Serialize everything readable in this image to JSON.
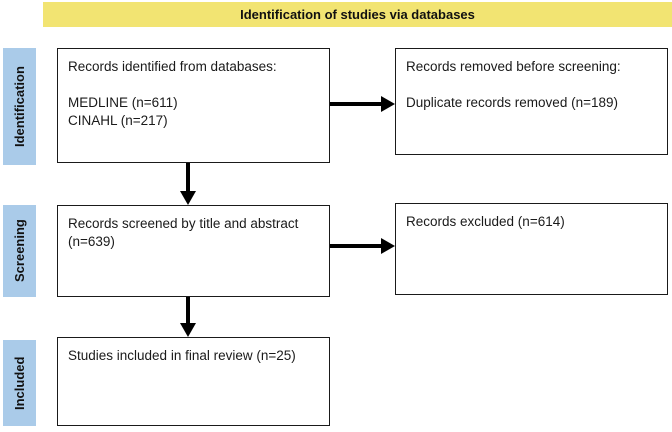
{
  "banner": {
    "label": "Identification of studies via databases"
  },
  "stages": [
    {
      "label": "Identification"
    },
    {
      "label": "Screening"
    },
    {
      "label": "Included"
    }
  ],
  "boxes": {
    "identified": {
      "lines": [
        "Records identified from databases:",
        "",
        "MEDLINE (n=611)",
        "CINAHL (n=217)"
      ]
    },
    "removed": {
      "lines": [
        "Records removed before screening:",
        "",
        "Duplicate records removed (n=189)"
      ]
    },
    "screened": {
      "lines": [
        "Records screened by title and abstract (n=639)"
      ]
    },
    "excluded": {
      "lines": [
        "Records excluded (n=614)"
      ]
    },
    "included": {
      "lines": [
        "Studies included in final review (n=25)"
      ]
    }
  },
  "colors": {
    "banner_bg": "#f2e472",
    "stage_bg": "#aacbe9",
    "arrow": "#000000",
    "box_border": "#1a1a1a"
  }
}
